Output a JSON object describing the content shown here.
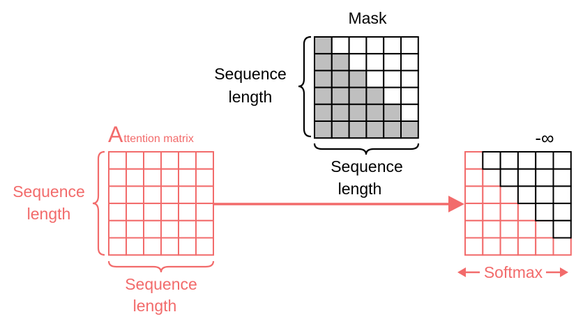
{
  "mask": {
    "title": "Mask",
    "rows": 6,
    "cols": 6,
    "left_label": [
      "Sequence",
      "length"
    ],
    "bottom_label": [
      "Sequence",
      "length"
    ],
    "colors": {
      "filled": "#bfbfbf",
      "empty": "#ffffff",
      "line": "#000000"
    }
  },
  "attention": {
    "title_big": "A",
    "title_rest": "ttention matrix",
    "rows": 6,
    "cols": 6,
    "left_label": [
      "Sequence",
      "length"
    ],
    "bottom_label": [
      "Sequence",
      "length"
    ],
    "color": "#f26b6b"
  },
  "result": {
    "rows": 6,
    "cols": 6,
    "neg_inf_label": "-∞",
    "softmax_label": "Softmax",
    "masked_color": "#000000",
    "kept_color": "#f26b6b"
  },
  "arrow": {
    "color": "#f26b6b"
  }
}
